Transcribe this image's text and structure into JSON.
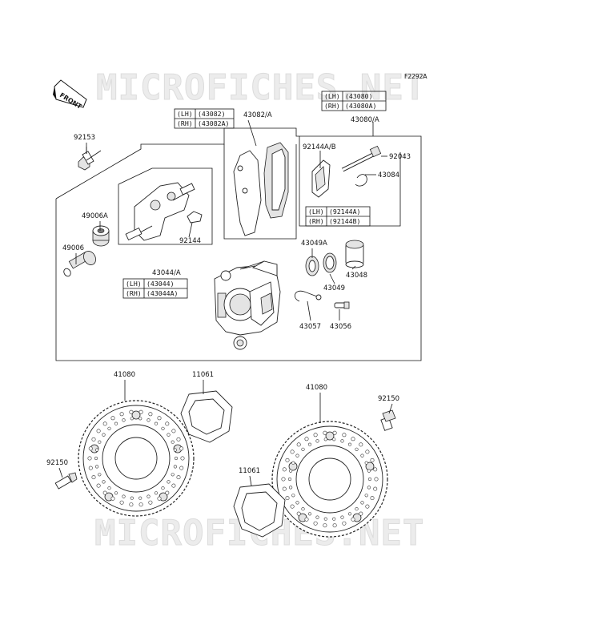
{
  "figure_code": "F2292A",
  "watermark": "MICROFICHES.NET",
  "front_label": "FRONT",
  "part_labels": {
    "p92153": "92153",
    "p49006A": "49006A",
    "p49006": "49006",
    "p43044A": "43044/A",
    "p92144": "92144",
    "p43082A": "43082/A",
    "p43080A": "43080/A",
    "p92144AB": "92144A/B",
    "p92043": "92043",
    "p43084": "43084",
    "p43049A": "43049A",
    "p43048": "43048",
    "p43049": "43049",
    "p43057": "43057",
    "p43056": "43056",
    "p41080_left": "41080",
    "p11061_top": "11061",
    "p41080_right": "41080",
    "p92150_right": "92150",
    "p92150_left": "92150",
    "p11061_bottom": "11061"
  },
  "variant_tables": {
    "t43082": [
      {
        "side": "(LH)",
        "part": "(43082)"
      },
      {
        "side": "(RH)",
        "part": "(43082A)"
      }
    ],
    "t43080": [
      {
        "side": "(LH)",
        "part": "(43080)"
      },
      {
        "side": "(RH)",
        "part": "(43080A)"
      }
    ],
    "t92144": [
      {
        "side": "(LH)",
        "part": "(92144A)"
      },
      {
        "side": "(RH)",
        "part": "(92144B)"
      }
    ],
    "t43044": [
      {
        "side": "(LH)",
        "part": "(43044)"
      },
      {
        "side": "(RH)",
        "part": "(43044A)"
      }
    ]
  }
}
